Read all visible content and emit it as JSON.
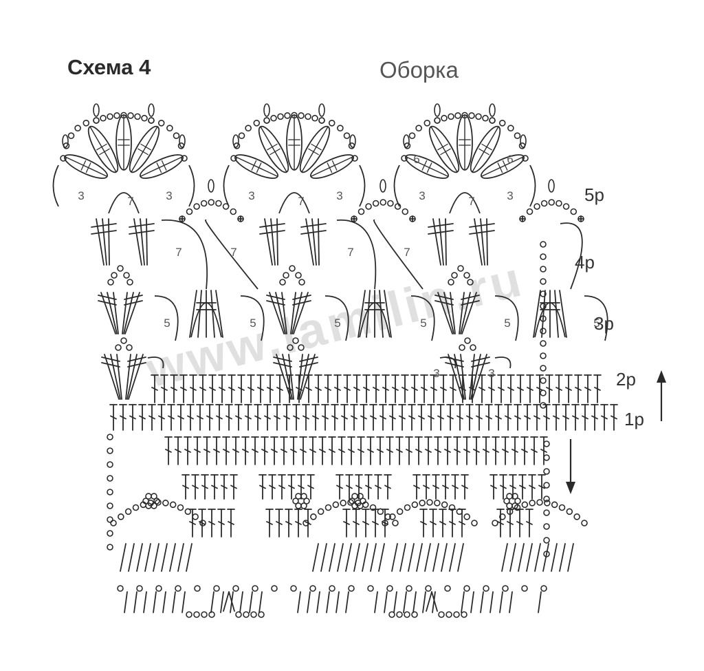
{
  "title": "Схема 4",
  "subtitle": "Оборка",
  "row_labels": [
    "5р",
    "4р",
    "3р",
    "2р",
    "1р"
  ],
  "watermark": "www.lamilin.ru",
  "stitch_counts": {
    "fan_center": "7",
    "fan_side": "3",
    "fan_petal": "6",
    "row4_arch": "7",
    "row3_arch": "5",
    "row2_arch": "3"
  },
  "colors": {
    "ink": "#2a2a2a",
    "watermark": "#d6d6d6",
    "background": "#ffffff"
  },
  "icons": {
    "up_arrow": "arrow-up-icon",
    "down_arrow": "arrow-down-icon"
  }
}
